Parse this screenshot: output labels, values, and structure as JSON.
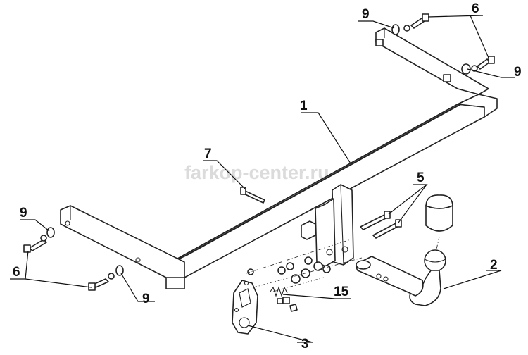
{
  "watermark": "farkop-center.ru",
  "labels": {
    "main_beam": "1",
    "tow_ball": "2",
    "socket_plate": "3",
    "ball_bolts": "5",
    "bolt_top": "6",
    "bolt_left": "6",
    "bolt_center": "7",
    "washer_top_left": "9",
    "washer_top_right": "9",
    "washer_left_top": "9",
    "washer_left_bottom": "9",
    "spring_washer": "15"
  }
}
